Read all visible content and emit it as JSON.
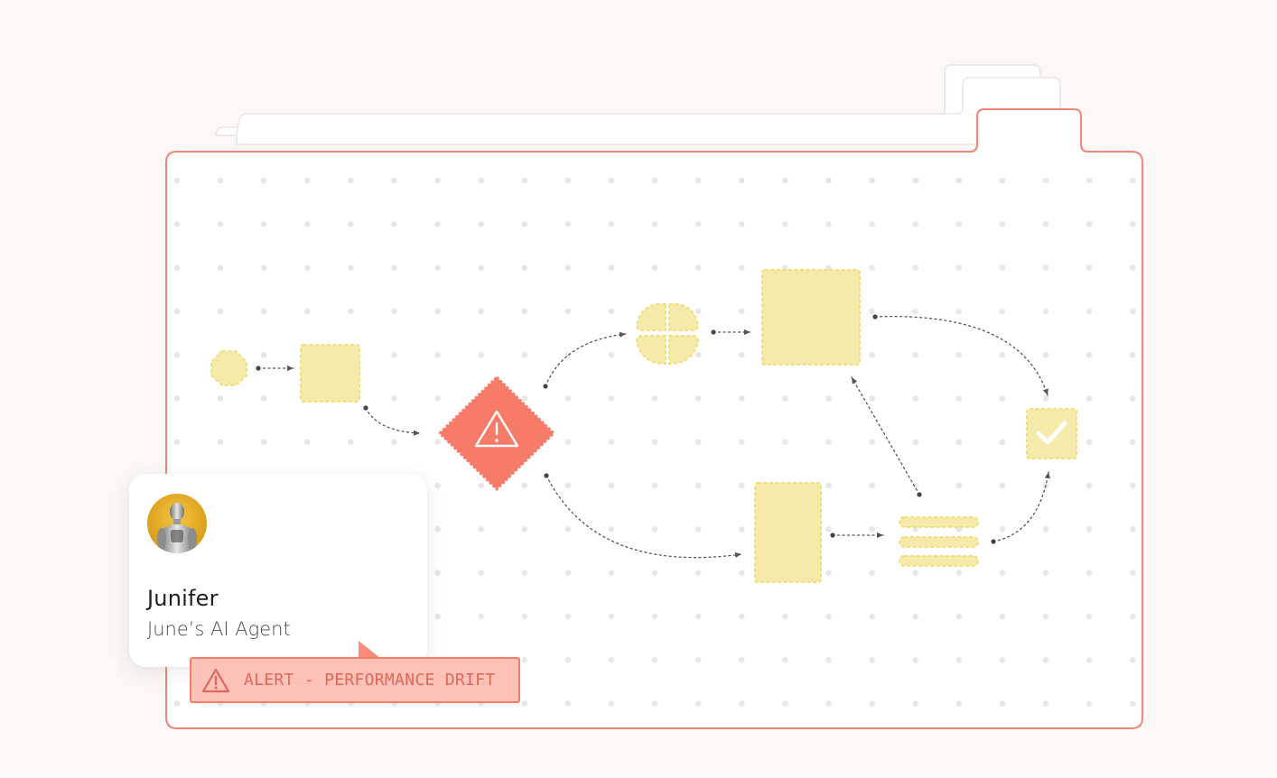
{
  "agent_card": {
    "name": "Junifer",
    "role": "June’s AI Agent",
    "avatar": "robot-avatar"
  },
  "alert": {
    "label": "ALERT - PERFORMANCE DRIFT",
    "icon": "warning-triangle-icon"
  },
  "workflow": {
    "nodes": [
      {
        "id": "start",
        "shape": "octagon",
        "icon": "start-node"
      },
      {
        "id": "step-1",
        "shape": "square",
        "icon": "task-node"
      },
      {
        "id": "alert-decision",
        "shape": "diamond",
        "icon": "warning-triangle-icon",
        "status": "alert"
      },
      {
        "id": "brain",
        "shape": "quad-blob",
        "icon": "ai-model-node"
      },
      {
        "id": "step-large",
        "shape": "square",
        "icon": "task-node"
      },
      {
        "id": "step-tall",
        "shape": "rect",
        "icon": "task-node"
      },
      {
        "id": "list",
        "shape": "bars",
        "icon": "list-node"
      },
      {
        "id": "done",
        "shape": "square",
        "icon": "checkmark-icon",
        "status": "complete"
      }
    ],
    "edges": [
      [
        "start",
        "step-1"
      ],
      [
        "step-1",
        "alert-decision"
      ],
      [
        "alert-decision",
        "brain"
      ],
      [
        "alert-decision",
        "step-tall"
      ],
      [
        "brain",
        "step-large"
      ],
      [
        "step-large",
        "done"
      ],
      [
        "step-tall",
        "list"
      ],
      [
        "list",
        "step-large"
      ],
      [
        "list",
        "done"
      ]
    ]
  },
  "colors": {
    "frame_border": "#f0857a",
    "node_fill": "#f5eaaa",
    "node_stroke": "#f1df7d",
    "alert_fill": "#f77b69",
    "alert_badge_bg": "#fcc2b8",
    "alert_badge_text": "#e0685a",
    "page_bg": "#fbf7f7"
  }
}
